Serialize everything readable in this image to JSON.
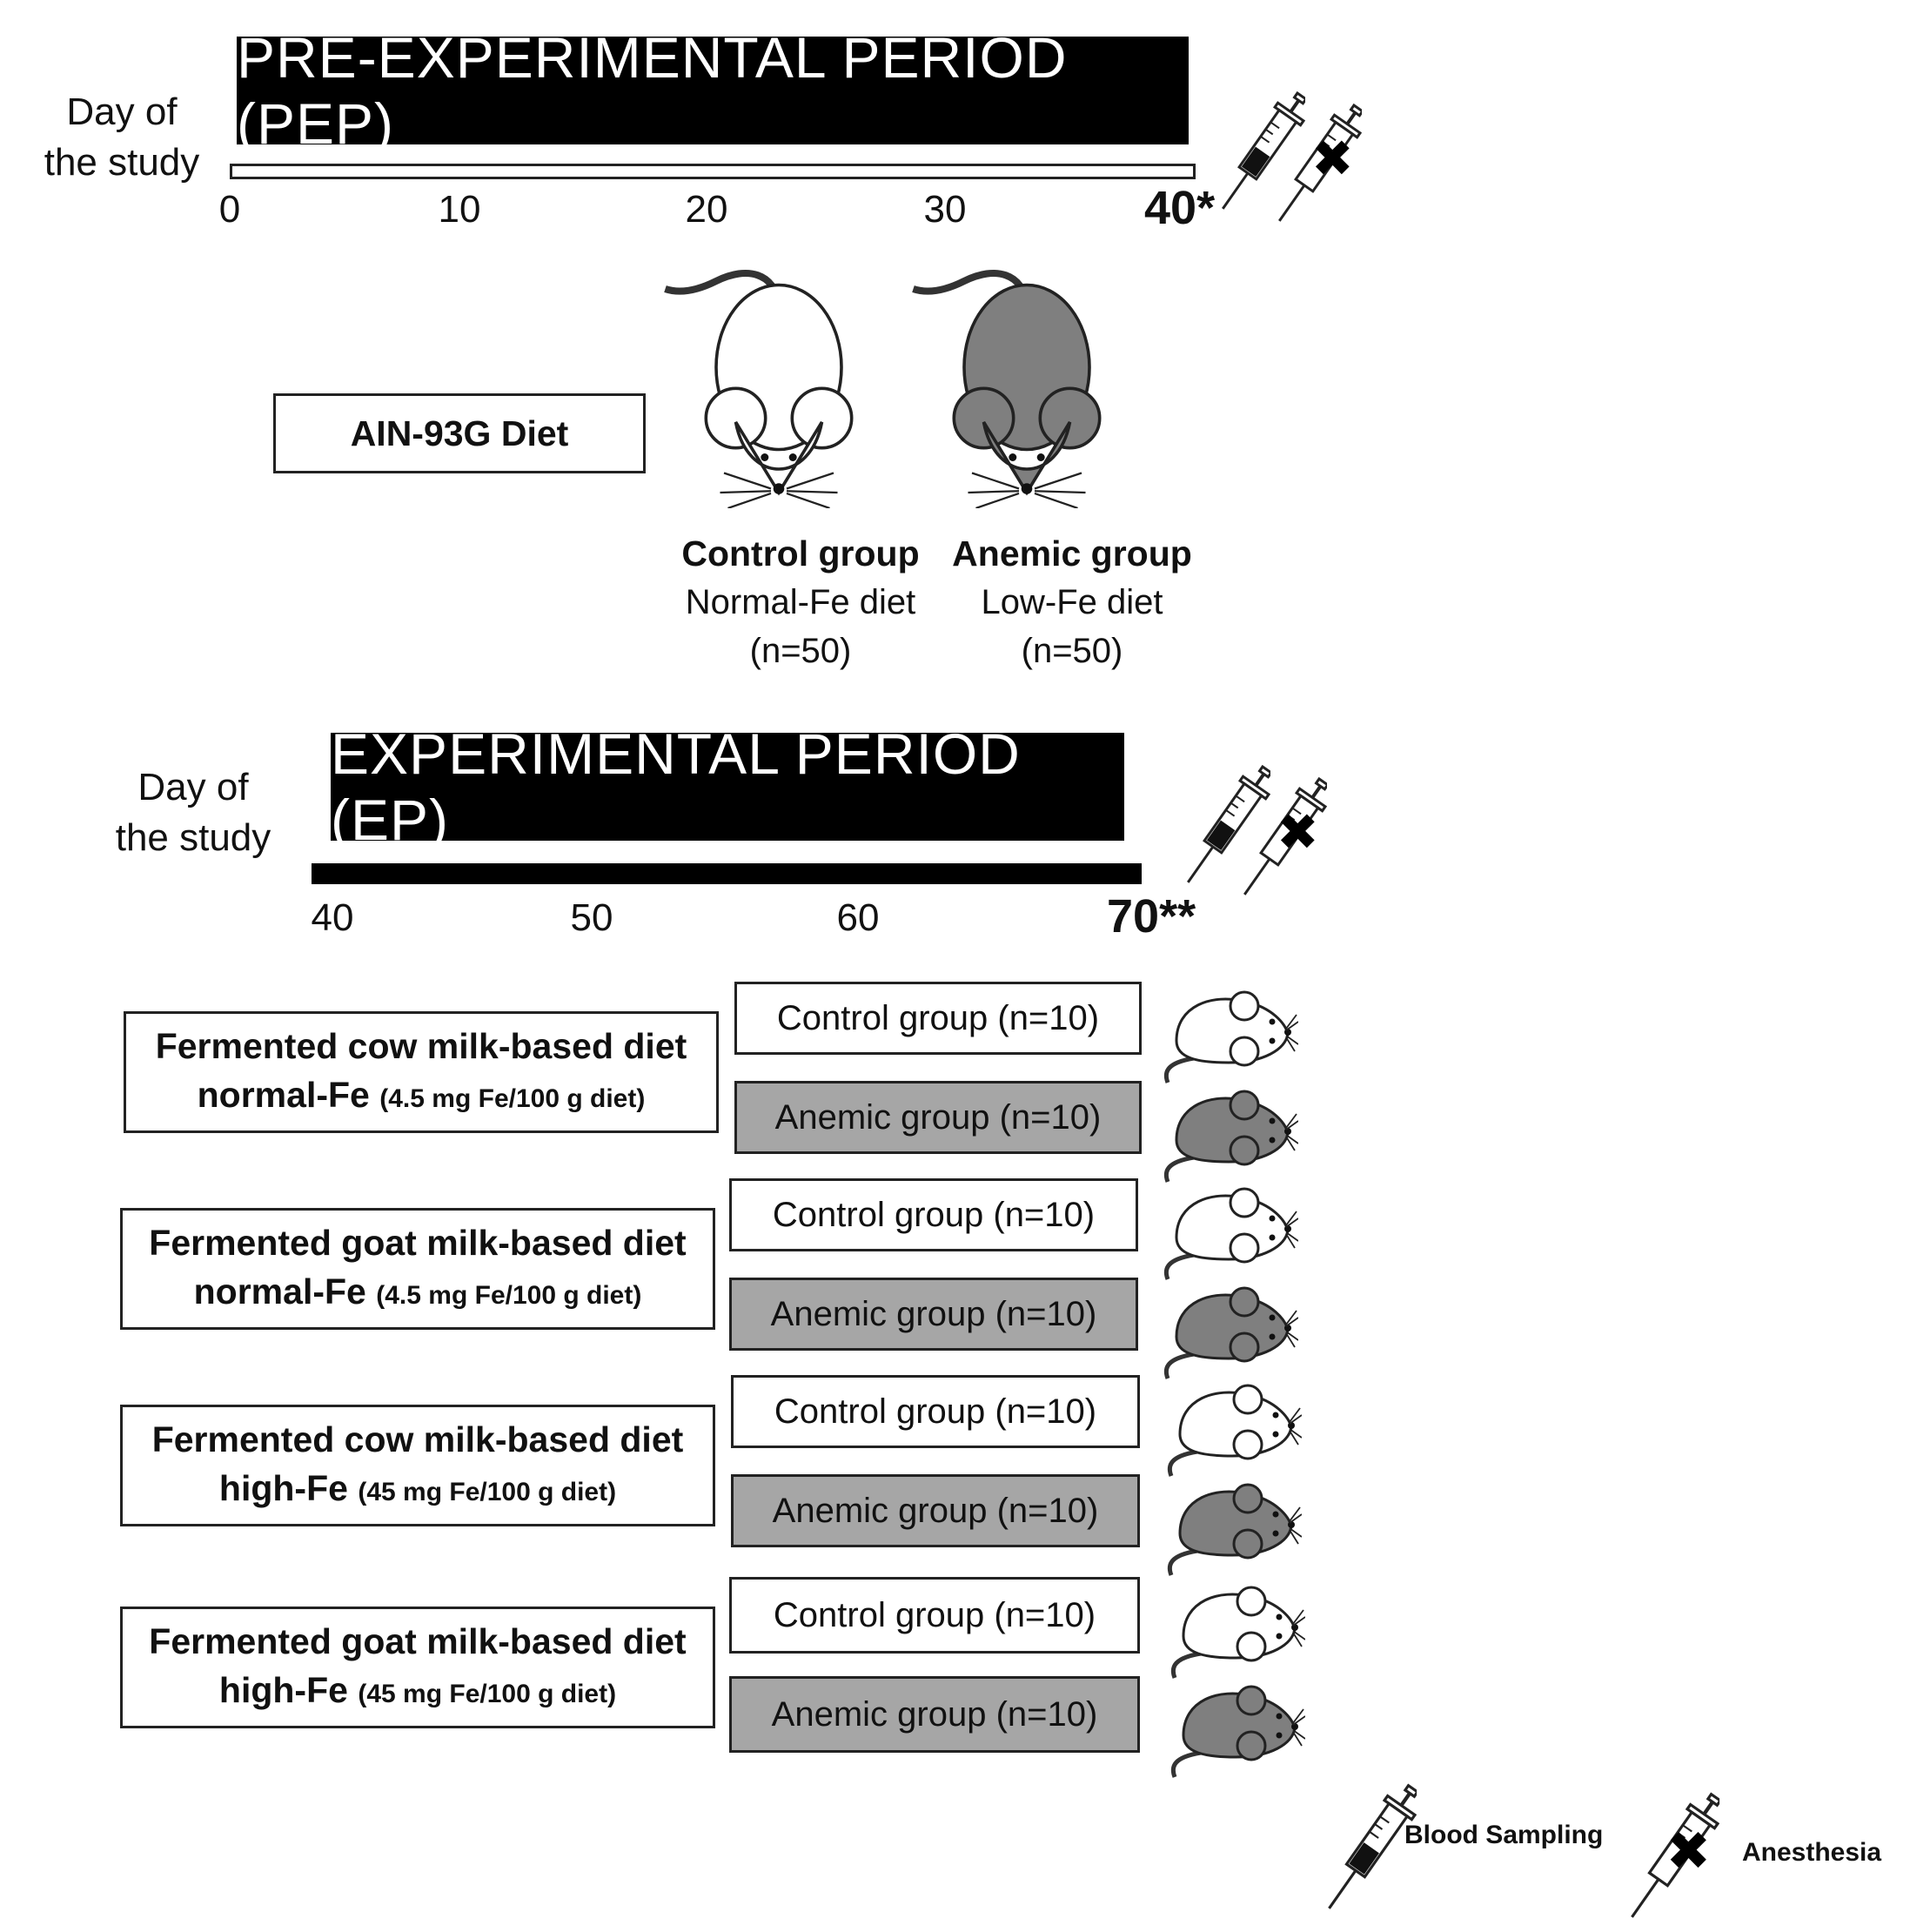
{
  "pep": {
    "title": "PRE-EXPERIMENTAL PERIOD (PEP)",
    "day_label_line1": "Day of",
    "day_label_line2": "the study",
    "ticks": [
      "0",
      "10",
      "20",
      "30"
    ],
    "end_tick": "40*"
  },
  "diet_label": "AIN-93G Diet",
  "pep_groups": [
    {
      "title": "Control group",
      "diet": "Normal-Fe diet",
      "n": "(n=50)"
    },
    {
      "title": "Anemic group",
      "diet": "Low-Fe diet",
      "n": "(n=50)"
    }
  ],
  "ep": {
    "title": "EXPERIMENTAL PERIOD (EP)",
    "day_label_line1": "Day of",
    "day_label_line2": "the study",
    "ticks": [
      "40",
      "50",
      "60"
    ],
    "end_tick": "70**"
  },
  "diets": [
    {
      "line1": "Fermented cow milk-based diet",
      "line2_bold": "normal-Fe",
      "line2_sub": "(4.5 mg Fe/100 g diet)"
    },
    {
      "line1": "Fermented goat milk-based diet",
      "line2_bold": "normal-Fe",
      "line2_sub": "(4.5 mg Fe/100 g diet)"
    },
    {
      "line1": "Fermented cow milk-based diet",
      "line2_bold": "high-Fe",
      "line2_sub": "(45 mg Fe/100 g diet)"
    },
    {
      "line1": "Fermented goat milk-based diet",
      "line2_bold": "high-Fe",
      "line2_sub": "(45 mg Fe/100 g diet)"
    }
  ],
  "subgroups": {
    "control": "Control group (n=10)",
    "anemic": "Anemic group (n=10)"
  },
  "legend": {
    "blood": "Blood Sampling",
    "anesthesia": "Anesthesia"
  },
  "colors": {
    "control_rat": "#ffffff",
    "anemic_rat": "#7f7f7f",
    "anemic_box": "#a6a6a6",
    "banner": "#000000"
  }
}
